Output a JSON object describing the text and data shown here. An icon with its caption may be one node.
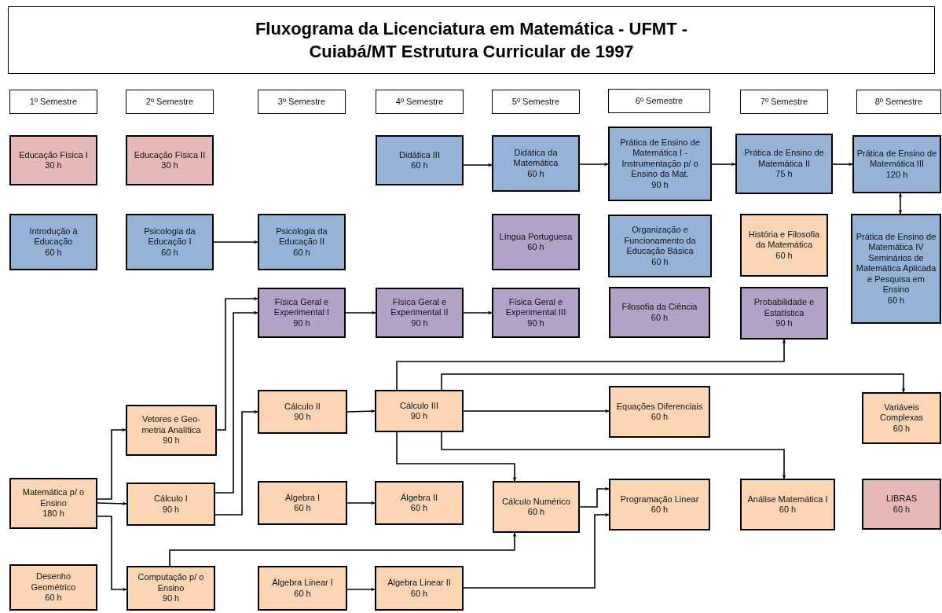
{
  "diagram": {
    "title": "Fluxograma da Licenciatura em Matemática - UFMT - Cuiabá/MT Estrutura Curricular de 1997",
    "nodes": [
      {
        "text": [
          "1º Semestre"
        ]
      },
      {
        "text": [
          "2º Semestre"
        ]
      },
      {
        "text": [
          "3º Semestre"
        ]
      },
      {
        "text": [
          "4º Semestre"
        ]
      },
      {
        "text": [
          "5º Semestre"
        ]
      },
      {
        "text": [
          "6º Semestre"
        ]
      },
      {
        "text": [
          "7º Semestre"
        ]
      },
      {
        "text": [
          "8º Semestre"
        ]
      },
      {
        "text": [
          "Educação Física I",
          "30 h"
        ]
      },
      {
        "text": [
          "Educação Física II",
          "30 h"
        ]
      },
      {
        "text": [
          "Didática III",
          "60 h"
        ]
      },
      {
        "text": [
          "Didática da Matemática",
          "60 h"
        ]
      },
      {
        "text": [
          "Prática de Ensino de Matemática I - Instrumentação p/ o Ensino da Mat.",
          "90 h"
        ]
      },
      {
        "text": [
          "Prática de Ensino de Matemática II",
          "75 h"
        ]
      },
      {
        "text": [
          "Prática de Ensino de Matemática III",
          "120 h"
        ]
      },
      {
        "text": [
          "Introdução à Educação",
          "60 h"
        ]
      },
      {
        "text": [
          "Psicologia da Educação I",
          "60 h"
        ]
      },
      {
        "text": [
          "Psicologia da Educação II",
          "60 h"
        ]
      },
      {
        "text": [
          "Língua Portuguesa",
          "60 h"
        ]
      },
      {
        "text": [
          "Organização e Funcionamento da Educação Básica",
          "60 h"
        ]
      },
      {
        "text": [
          "História e Filosofia da Matemática",
          "60 h"
        ]
      },
      {
        "text": [
          "Prática de Ensino de Matemática IV Seminários de Matemática Aplicada e Pesquisa em Ensino",
          "60 h"
        ]
      },
      {
        "text": [
          "Física Geral e Experimental I",
          "90 h"
        ]
      },
      {
        "text": [
          "Física Geral e Experimental II",
          "90 h"
        ]
      },
      {
        "text": [
          "Física Geral e Experimental III",
          "90 h"
        ]
      },
      {
        "text": [
          "Filosofia da Ciência",
          "60 h"
        ]
      },
      {
        "text": [
          "Probabilidade e Estatística",
          "90 h"
        ]
      },
      {
        "text": [
          "Vetores e Geo- metria Analítica",
          "90 h"
        ]
      },
      {
        "text": [
          "Cálculo II",
          "90 h"
        ]
      },
      {
        "text": [
          "Cálculo III",
          "90 h"
        ]
      },
      {
        "text": [
          "Equações Diferenciais",
          "60 h"
        ]
      },
      {
        "text": [
          "Variáveis Complexas",
          "60 h"
        ]
      },
      {
        "text": [
          "Matemática p/ o Ensino",
          "180 h"
        ]
      },
      {
        "text": [
          "Cálculo I",
          "90 h"
        ]
      },
      {
        "text": [
          "Álgebra I",
          "60 h"
        ]
      },
      {
        "text": [
          "Álgebra II",
          "60 h"
        ]
      },
      {
        "text": [
          "Cálculo Numérico",
          "60 h"
        ]
      },
      {
        "text": [
          "Programação Linear",
          "60 h"
        ]
      },
      {
        "text": [
          "Análise Matemática I",
          "60 h"
        ]
      },
      {
        "text": [
          "LIBRAS",
          "60 h"
        ]
      },
      {
        "text": [
          "Desenho Geométrico",
          "60 h"
        ]
      },
      {
        "text": [
          "Computação p/ o Ensino",
          "90 h"
        ]
      },
      {
        "text": [
          "Álgebra Linear I",
          "60 h"
        ]
      },
      {
        "text": [
          "Álgebra Linear II",
          "60 h"
        ]
      }
    ],
    "edges": [
      {
        "from": 10,
        "to": 11,
        "arrow": "to"
      },
      {
        "from": 11,
        "to": 12,
        "arrow": "to"
      },
      {
        "from": 12,
        "to": 13,
        "arrow": "to"
      },
      {
        "from": 13,
        "to": 14,
        "arrow": "to"
      },
      {
        "from": 14,
        "to": 21,
        "arrow": "both"
      },
      {
        "from": 16,
        "to": 17,
        "arrow": "to"
      },
      {
        "from": 22,
        "to": 23,
        "arrow": "to"
      },
      {
        "from": 23,
        "to": 24,
        "arrow": "to"
      },
      {
        "from": 28,
        "to": 29,
        "arrow": "to"
      },
      {
        "from": 29,
        "to": 30,
        "arrow": "to"
      },
      {
        "from": 29,
        "to": 26,
        "arrow": "to"
      },
      {
        "from": 29,
        "to": 31,
        "arrow": "to"
      },
      {
        "from": 29,
        "to": 38,
        "arrow": "to"
      },
      {
        "from": 29,
        "to": 36,
        "arrow": "to"
      },
      {
        "from": 32,
        "to": 27,
        "arrow": "to"
      },
      {
        "from": 32,
        "to": 33,
        "arrow": "to"
      },
      {
        "from": 32,
        "to": 41,
        "arrow": "to"
      },
      {
        "from": 27,
        "to": 22,
        "arrow": "to"
      },
      {
        "from": 33,
        "to": 22,
        "arrow": "to"
      },
      {
        "from": 33,
        "to": 28,
        "arrow": "to"
      },
      {
        "from": 34,
        "to": 35,
        "arrow": "to"
      },
      {
        "from": 42,
        "to": 43,
        "arrow": "to"
      },
      {
        "from": 41,
        "to": 36,
        "arrow": "to"
      },
      {
        "from": 36,
        "to": 37,
        "arrow": "to"
      },
      {
        "from": 43,
        "to": 37,
        "arrow": "to"
      }
    ]
  }
}
